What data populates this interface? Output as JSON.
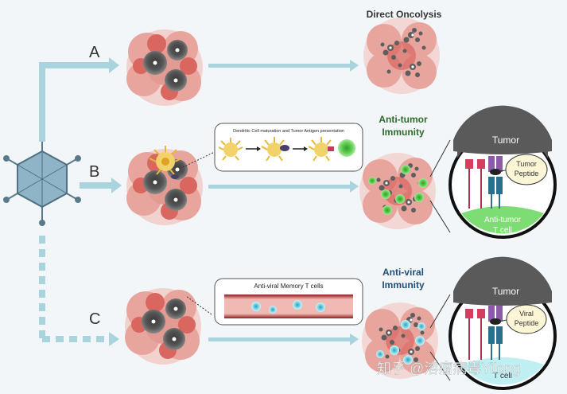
{
  "labels": {
    "a": "A",
    "b": "B",
    "c": "C",
    "direct_oncolysis": "Direct Oncolysis",
    "anti_tumor_line1": "Anti-tumor",
    "anti_tumor_line2": "Immunity",
    "anti_viral_line1": "Anti-viral",
    "anti_viral_line2": "Immunity",
    "dc_caption": "Dendritic Cell maturation and Tumor Antigen presentation",
    "memory_caption": "Anti-viral Memory T cells",
    "tumor_b": "Tumor",
    "tumor_peptide_line1": "Tumor",
    "tumor_peptide_line2": "Peptide",
    "anti_tumor_tcell_line1": "Anti-tumor",
    "anti_tumor_tcell_line2": "T cell",
    "tumor_c": "Tumor",
    "viral_peptide_line1": "Viral",
    "viral_peptide_line2": "Peptide",
    "t_cell_c": "T cell",
    "watermark": "知乎 @溶瘤病毒Yilong"
  },
  "colors": {
    "arrow": "#a9d3dd",
    "tumor_pink": "#e8a59d",
    "tumor_red": "#d9675f",
    "cell_gray": "#6f6f6f",
    "green_title": "#2d6a2d",
    "blue_title": "#1f4f7a",
    "tcell_green": "#7ddc73",
    "tcell_cyan": "#bfeff2",
    "vessel_red": "#8c1d1d"
  }
}
